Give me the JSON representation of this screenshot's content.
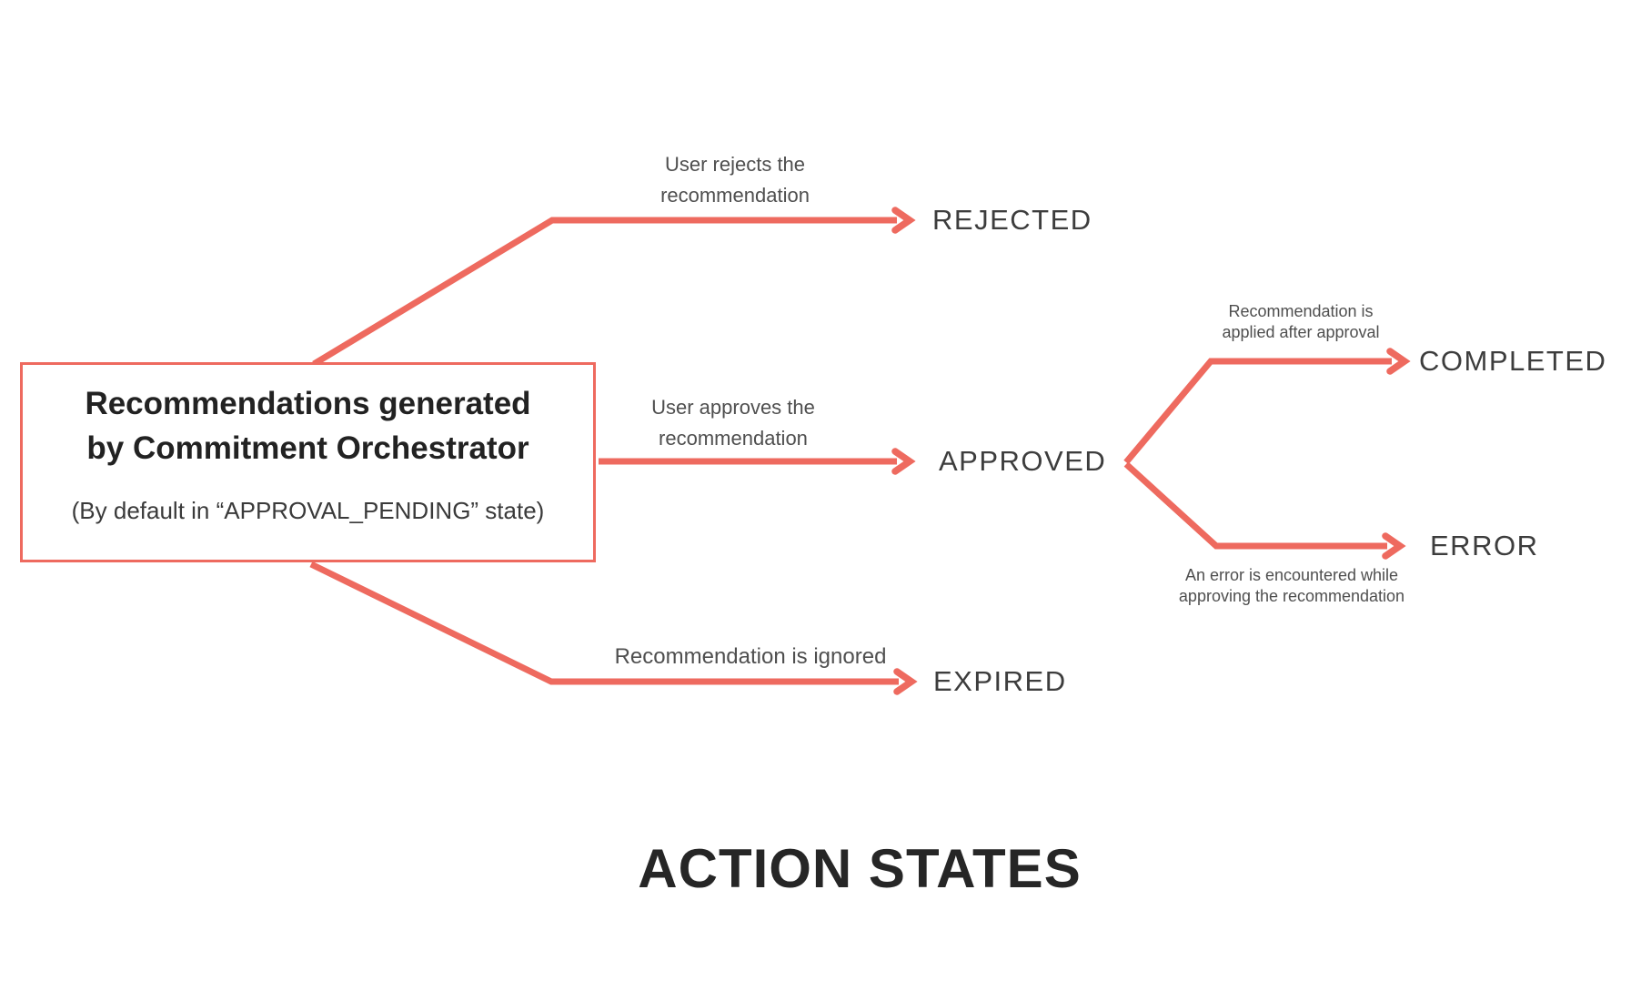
{
  "colors": {
    "accent": "#EE6A5F",
    "state_text": "#3D3D3D",
    "annotation_text": "#4F4F4F",
    "title_text": "#222222",
    "heading_text": "#262626",
    "background": "#FFFFFF"
  },
  "source": {
    "title_lines": [
      "Recommendations generated",
      "by Commitment Orchestrator"
    ],
    "subtitle": "(By default in “APPROVAL_PENDING” state)"
  },
  "states": {
    "rejected": "REJECTED",
    "approved": "APPROVED",
    "completed": "COMPLETED",
    "error": "ERROR",
    "expired": "EXPIRED"
  },
  "annotations": {
    "rejected": [
      "User rejects the",
      "recommendation"
    ],
    "approved": [
      "User approves the",
      "recommendation"
    ],
    "completed": [
      "Recommendation is",
      "applied after approval"
    ],
    "error": [
      "An error is encountered while",
      "approving the recommendation"
    ],
    "expired": [
      "Recommendation is ignored"
    ]
  },
  "heading": "ACTION STATES"
}
